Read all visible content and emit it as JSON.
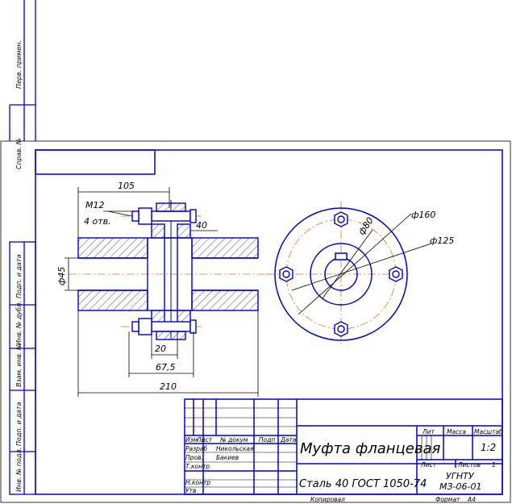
{
  "side_stamp": {
    "perv_primen": "Перв. примен.",
    "sprav_no": "Справ. №",
    "podp_data_1": "Подп. и дата",
    "inv_dubl": "Инв. № дубл.",
    "vzam_inv": "Взам. инв. №",
    "podp_data_2": "Подп. и дата",
    "inv_podl": "Инв. № подл."
  },
  "dimensions": {
    "width_105": "105",
    "thread": "M12",
    "holes": "4 отв.",
    "d40": "40",
    "d45": "ф45",
    "d20": "20",
    "d67_5": "67,5",
    "d210": "210",
    "d160": "ф160",
    "d80": "ф80",
    "d125": "ф125"
  },
  "title_block": {
    "hdr_izm": "Изм",
    "hdr_list": "Лист",
    "hdr_docum": "№ докум",
    "hdr_podp": "Подп",
    "hdr_data": "Дата",
    "razrab_label": "Разраб",
    "razrab_name": "Никольская",
    "prov_label": "Пров.",
    "prov_name": "Бакиев",
    "tkontr_label": "Т.контр",
    "nkontr_label": "Н.контр",
    "utv_label": "Утв",
    "title": "Муфта фланцевая",
    "material": "Сталь 40 ГОСТ 1050-74",
    "lit_label": "Лит",
    "massa_label": "Масса",
    "masshtab_label": "Масштаб",
    "masshtab_value": "1:2",
    "list_label": "Лист",
    "listov_label": "Листов",
    "listov_value": "1",
    "org": "УГНТУ",
    "code": "МЗ-06-01",
    "kopiroval": "Копировал",
    "format_label": "Формат",
    "format_value": "А4"
  },
  "colors": {
    "line": "#0000cc",
    "centerline": "#e07020"
  }
}
